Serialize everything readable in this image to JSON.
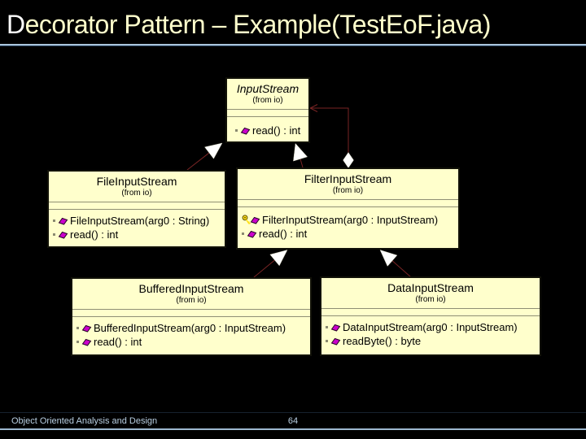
{
  "title": {
    "first_letter": "D",
    "rest": "ecorator Pattern – Example(TestEoF.java)"
  },
  "footer": {
    "course": "Object Oriented Analysis and Design",
    "page_number": "64"
  },
  "colors": {
    "slide_background": "#000000",
    "title_text": "#FFFFCC",
    "title_first_letter": "#FFFFFF",
    "class_box_fill": "#FFFFCC",
    "connector_line": "#7A2525",
    "arrowhead_fill": "#FFFFFF",
    "method_icon": "#CC00CC",
    "protected_key_icon": "#FFE01A",
    "footer_text": "#B9CFE2",
    "footer_rule": "#9DB8CF",
    "title_rule": "#A9C4DC"
  },
  "icons": {
    "method": "purple-tilted-box",
    "protected_visibility": "yellow-key",
    "generalization": "white-triangle-arrowhead",
    "aggregation": "white-diamond",
    "navigable": "open-arrow"
  },
  "diagram": {
    "classes": [
      {
        "name": "InputStream",
        "stereotype": "(from io)",
        "abstract": true,
        "methods": [
          {
            "label": "read() : int",
            "visibility": "public"
          }
        ]
      },
      {
        "name": "FileInputStream",
        "stereotype": "(from io)",
        "abstract": false,
        "methods": [
          {
            "label": "FileInputStream(arg0 : String)",
            "visibility": "public"
          },
          {
            "label": "read() : int",
            "visibility": "public"
          }
        ]
      },
      {
        "name": "FilterInputStream",
        "stereotype": "(from io)",
        "abstract": false,
        "methods": [
          {
            "label": "FilterInputStream(arg0 : InputStream)",
            "visibility": "protected"
          },
          {
            "label": "read() : int",
            "visibility": "public"
          }
        ]
      },
      {
        "name": "BufferedInputStream",
        "stereotype": "(from io)",
        "abstract": false,
        "methods": [
          {
            "label": "BufferedInputStream(arg0 : InputStream)",
            "visibility": "public"
          },
          {
            "label": "read() : int",
            "visibility": "public"
          }
        ]
      },
      {
        "name": "DataInputStream",
        "stereotype": "(from io)",
        "abstract": false,
        "methods": [
          {
            "label": "DataInputStream(arg0 : InputStream)",
            "visibility": "public"
          },
          {
            "label": "readByte() : byte",
            "visibility": "public"
          }
        ]
      }
    ],
    "relationships": [
      {
        "type": "generalization",
        "from": "FileInputStream",
        "to": "InputStream"
      },
      {
        "type": "generalization",
        "from": "FilterInputStream",
        "to": "InputStream"
      },
      {
        "type": "aggregation",
        "from": "FilterInputStream",
        "to": "InputStream"
      },
      {
        "type": "generalization",
        "from": "BufferedInputStream",
        "to": "FilterInputStream"
      },
      {
        "type": "generalization",
        "from": "DataInputStream",
        "to": "FilterInputStream"
      }
    ]
  }
}
